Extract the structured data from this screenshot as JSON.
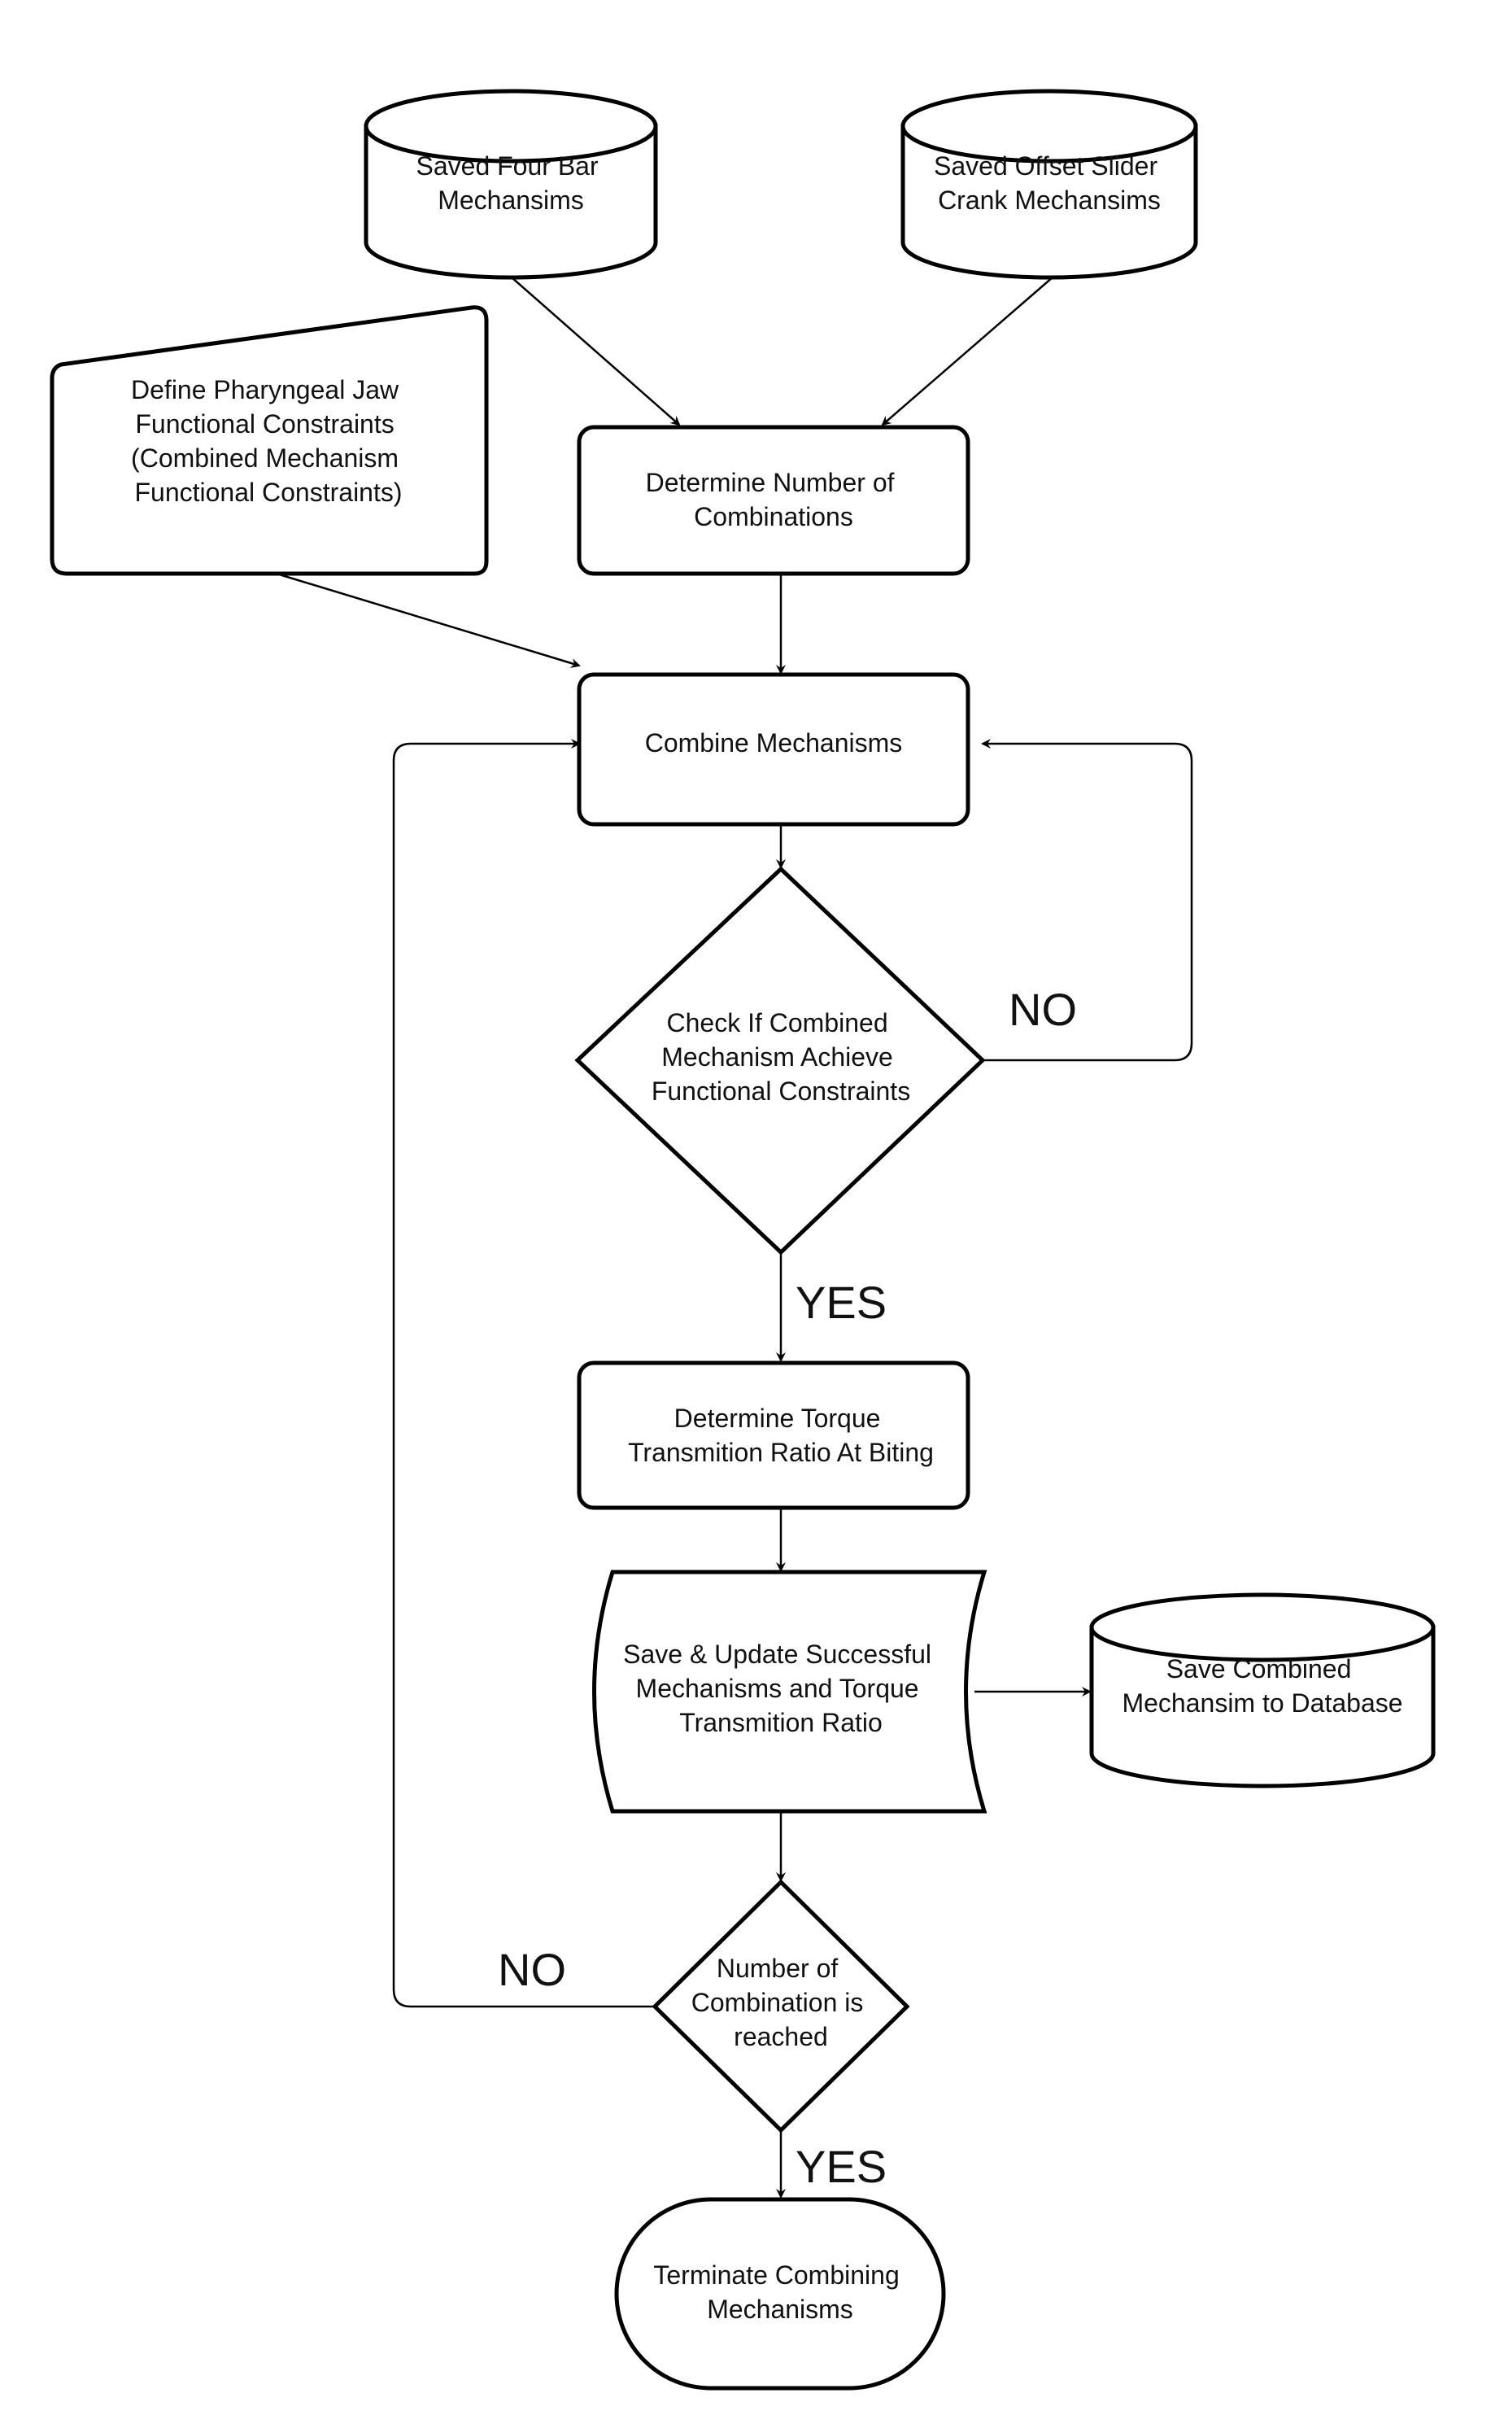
{
  "diagram": {
    "nodes": {
      "saved_four_bar": {
        "lines": [
          "Saved Four Bar",
          "Mechansims"
        ]
      },
      "saved_offset_slider": {
        "lines": [
          "Saved Offset Slider",
          "Crank Mechansims"
        ]
      },
      "define_constraints": {
        "lines": [
          "Define Pharyngeal Jaw",
          "Functional Constraints",
          "(Combined Mechanism",
          "Functional Constraints)"
        ]
      },
      "determine_combinations": {
        "lines": [
          "Determine Number of",
          "Combinations"
        ]
      },
      "combine_mechanisms": {
        "lines": [
          "Combine Mechanisms"
        ]
      },
      "check_constraints": {
        "lines": [
          "Check If Combined",
          "Mechanism Achieve",
          "Functional Constraints"
        ]
      },
      "determine_torque": {
        "lines": [
          "Determine Torque",
          "Transmition Ratio At Biting"
        ]
      },
      "save_update": {
        "lines": [
          "Save & Update Successful",
          "Mechanisms and Torque",
          "Transmition Ratio"
        ]
      },
      "save_database": {
        "lines": [
          "Save Combined",
          "Mechansim to Database"
        ]
      },
      "combination_reached": {
        "lines": [
          "Number of",
          "Combination is",
          "reached"
        ]
      },
      "terminate": {
        "lines": [
          "Terminate Combining",
          "Mechanisms"
        ]
      }
    },
    "edge_labels": {
      "check_no": "NO",
      "check_yes": "YES",
      "reached_no": "NO",
      "reached_yes": "YES"
    }
  }
}
